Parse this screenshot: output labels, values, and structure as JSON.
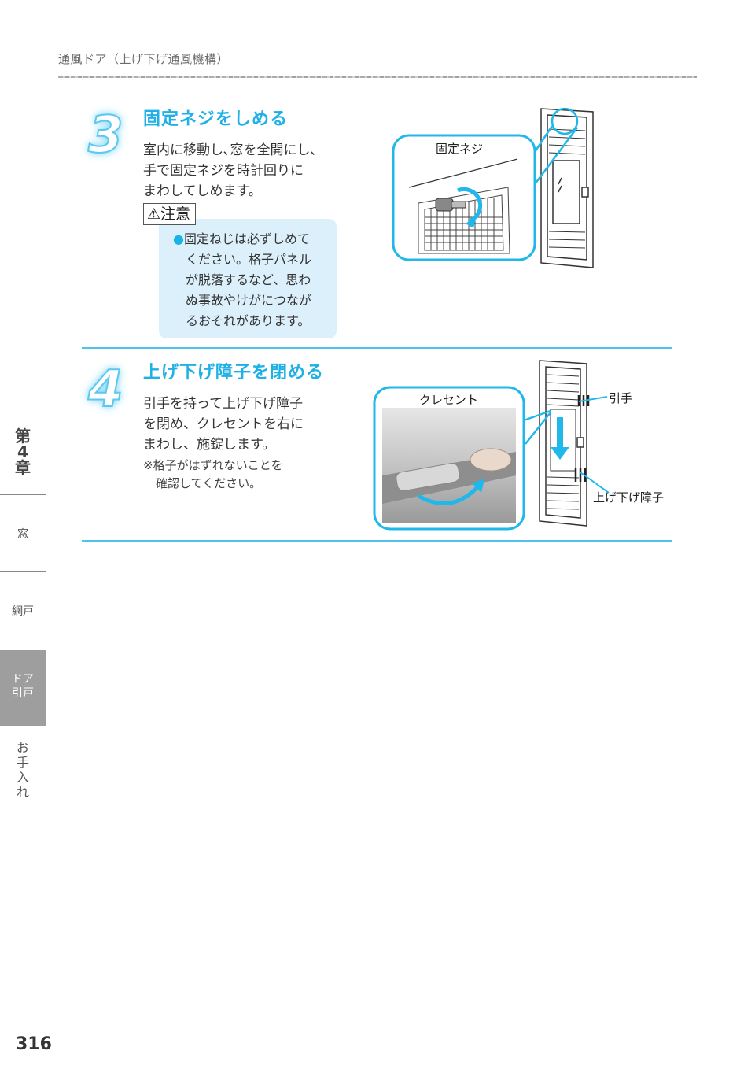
{
  "header": {
    "title": "通風ドア（上げ下げ通風機構）"
  },
  "step3": {
    "number": "3",
    "title": "固定ネジをしめる",
    "body_lines": [
      "室内に移動し､窓を全開にし､",
      "手で固定ネジを時計回りに",
      "まわしてしめます。"
    ],
    "caution_label": "注意",
    "caution_lines": [
      "固定ねじは必ずしめて",
      "ください。格子パネル",
      "が脱落するなど、思わ",
      "ぬ事故やけがにつなが",
      "るおそれがあります。"
    ],
    "figure_label": "固定ネジ"
  },
  "step4": {
    "number": "4",
    "title": "上げ下げ障子を閉める",
    "body_lines": [
      "引手を持って上げ下げ障子",
      "を閉め、クレセントを右に",
      "まわし、施錠します。"
    ],
    "note_lines": [
      "※格子がはずれないことを",
      "確認してください。"
    ],
    "photo_label": "クレセント",
    "label_handle": "引手",
    "label_sash": "上げ下げ障子"
  },
  "sidebar": {
    "chapter": [
      "第",
      "4",
      "章"
    ],
    "tab_window": "窓",
    "tab_screen": "網戸",
    "tab_door": [
      "ドア",
      "引戸"
    ],
    "tab_care": [
      "お",
      "手",
      "入",
      "れ"
    ]
  },
  "page_number": "316",
  "colors": {
    "accent": "#1fb1e6",
    "caution_bg": "#dcf0fb",
    "active_tab": "#9e9e9e"
  }
}
